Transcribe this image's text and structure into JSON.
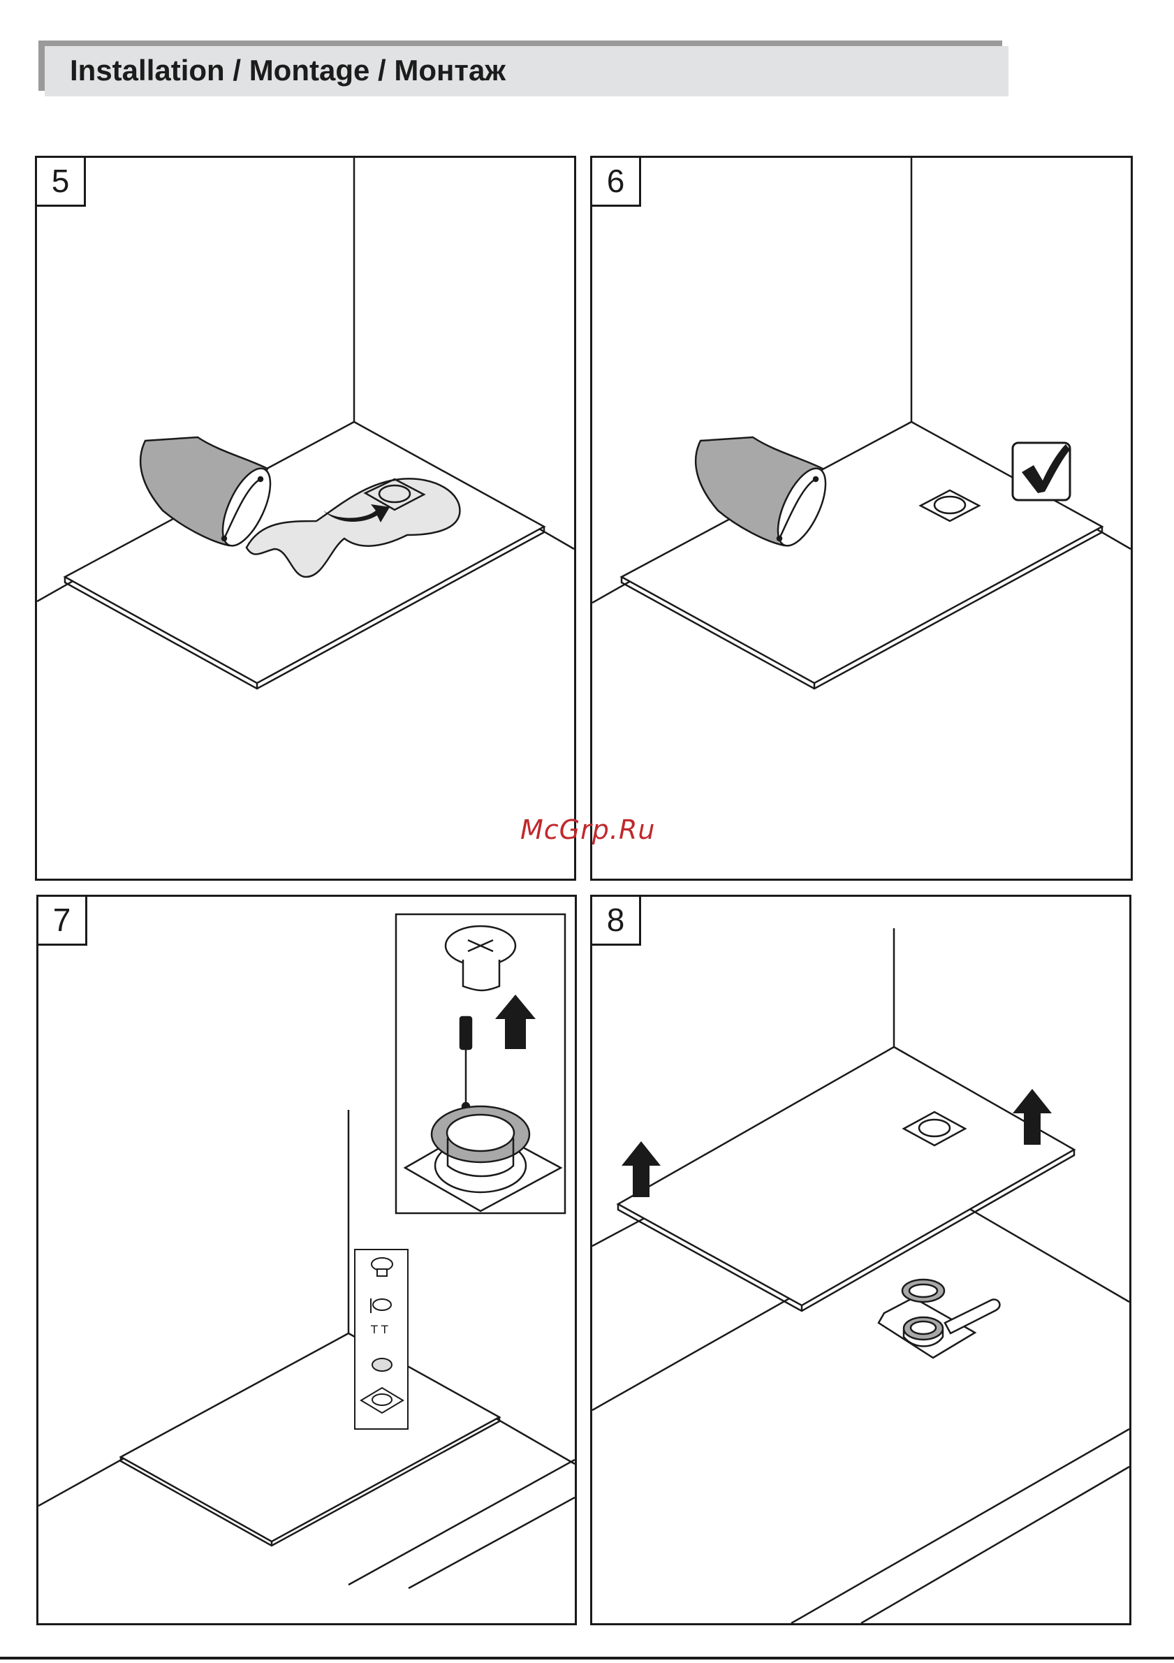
{
  "header": {
    "title": "Installation / Montage / Монтаж"
  },
  "steps": [
    {
      "number": "5"
    },
    {
      "number": "6"
    },
    {
      "number": "7"
    },
    {
      "number": "8"
    }
  ],
  "watermark": "McGrp.Ru",
  "colors": {
    "ink": "#1a1a1a",
    "gray_fill": "#a8a8a8",
    "light_fill": "#e6e6e6",
    "watermark": "#c0282c",
    "header_bg": "#e1e2e3"
  }
}
